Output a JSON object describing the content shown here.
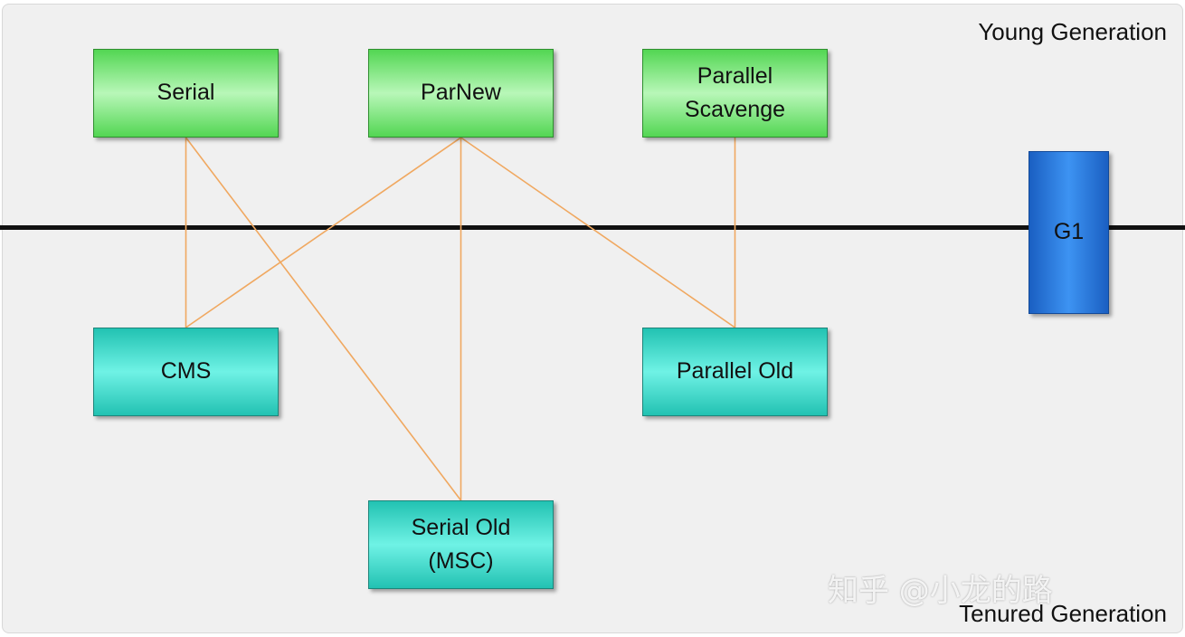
{
  "regions": {
    "young": "Young Generation",
    "tenured": "Tenured Generation"
  },
  "collectors": {
    "serial": {
      "lines": [
        "Serial"
      ]
    },
    "parnew": {
      "lines": [
        "ParNew"
      ]
    },
    "parallel_scavenge": {
      "lines": [
        "Parallel",
        "Scavenge"
      ]
    },
    "cms": {
      "lines": [
        "CMS"
      ]
    },
    "parallel_old": {
      "lines": [
        "Parallel Old"
      ]
    },
    "serial_old": {
      "lines": [
        "Serial Old",
        "(MSC)"
      ]
    },
    "g1": {
      "lines": [
        "G1"
      ]
    }
  },
  "connections": [
    [
      "serial",
      "cms"
    ],
    [
      "serial",
      "serial_old"
    ],
    [
      "parnew",
      "cms"
    ],
    [
      "parnew",
      "serial_old"
    ],
    [
      "parnew",
      "parallel_old"
    ],
    [
      "parallel_scavenge",
      "parallel_old"
    ]
  ],
  "watermark": "知乎 @小龙的路",
  "colors": {
    "connector": "#f0a860",
    "young_box": "#53d653",
    "old_box": "#22c2b2",
    "g1_box": "#2a78e0",
    "divider": "#111111"
  }
}
